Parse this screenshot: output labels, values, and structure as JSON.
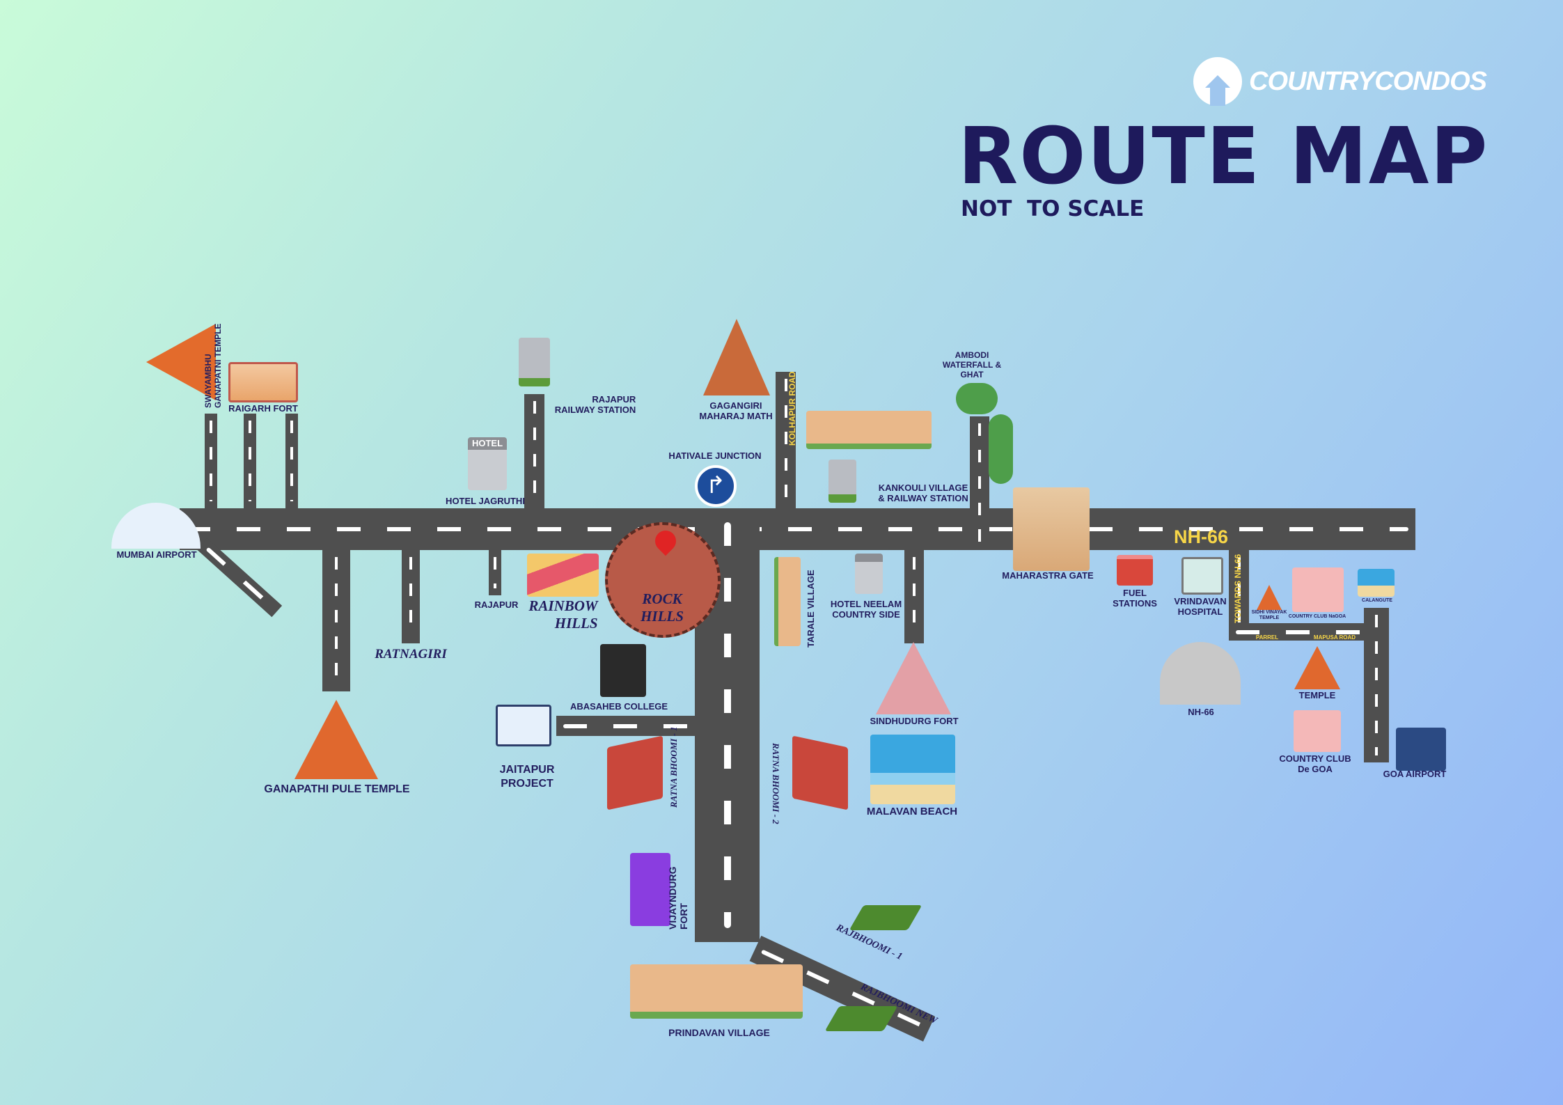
{
  "brand": {
    "logo_text": "COUNTRYCONDOS",
    "title": "ROUTE MAP",
    "subtitle": "NOT  TO SCALE"
  },
  "colors": {
    "road": "#4f4f4f",
    "text": "#221d5e",
    "highlight": "#f7d648",
    "accent": "#b85a48"
  },
  "places": {
    "swayambhu": "SWAYAMBHU GANAPATNI TEMPLE",
    "raigarh": "RAIGARH FORT",
    "rajapur_station": [
      "RAJAPUR",
      "RAILWAY STATION"
    ],
    "hotel_jagruthi": "HOTEL JAGRUTHI",
    "hotel_sign": "HOTEL",
    "mumbai_airport": "MUMBAI AIRPORT",
    "gagangiri": [
      "GAGANGIRI",
      "MAHARAJ MATH"
    ],
    "kolhapur_road": "KOLHAPUR ROAD",
    "hativale": "HATIVALE JUNCTION",
    "kankouli": [
      "KANKOULI VILLAGE",
      "& RAILWAY STATION"
    ],
    "ambodi": [
      "AMBODI",
      "WATERFALL &",
      "GHAT"
    ],
    "nh66_road": "NH-66",
    "maharastra_gate": "MAHARASTRA GATE",
    "fuel": [
      "FUEL",
      "STATIONS"
    ],
    "vrindavan": [
      "VRINDAVAN",
      "HOSPITAL"
    ],
    "towards_nh66": "TOWARDS NH-66",
    "sidhi_vinayak": [
      "SIDHI VINAYAK",
      "TEMPLE"
    ],
    "country_club_nagoa": "COUNTRY CLUB NaGOA",
    "calangute": "CALANGUTE",
    "parrel": "PARREL",
    "mapusa": "MAPUSA ROAD",
    "nh66_flyover": "NH-66",
    "temple": "TEMPLE",
    "country_club_degoa": [
      "COUNTRY CLUB",
      "De GOA"
    ],
    "goa_airport": "GOA AIRPORT",
    "rajapur": "RAJAPUR",
    "rainbow_hills": [
      "RAINBOW",
      "HILLS"
    ],
    "rock_hills": [
      "ROCK",
      "HILLS"
    ],
    "ratnagiri": "RATNAGIRI",
    "tarale": "TARALE VILLAGE",
    "hotel_neelam": [
      "HOTEL NEELAM",
      "COUNTRY SIDE"
    ],
    "abasaheb": "ABASAHEB COLLEGE",
    "jaitapur": [
      "JAITAPUR",
      "PROJECT"
    ],
    "ganapathi_pule": "GANAPATHI PULE TEMPLE",
    "sindhudurg": "SINDHUDURG FORT",
    "malavan": "MALAVAN BEACH",
    "ratna_bhoomi_1": "RATNA BHOOMI - 1",
    "ratna_bhoomi_2": "RATNA BHOOMI - 2",
    "vijayndurg": "VIJAYNDURG FORT",
    "rajbhoomi_1": "RAJBHOOMI - 1",
    "rajbhoomi_new": "RAJBHOOMI NEW",
    "prindavan": "PRINDAVAN VILLAGE"
  }
}
